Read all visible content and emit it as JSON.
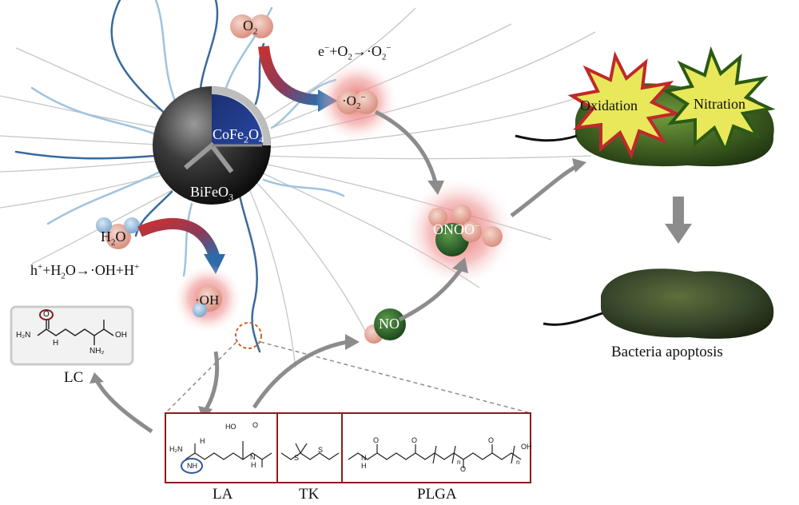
{
  "labels": {
    "core": [
      "CoFe",
      "2",
      "O",
      "4"
    ],
    "shell": [
      "BiFeO",
      "3"
    ],
    "o2": [
      "O",
      "2"
    ],
    "superoxide_rxn": [
      "e",
      "−",
      "+O",
      "2",
      "→·O",
      "2",
      "−"
    ],
    "superoxide": [
      "·O",
      "2",
      "−"
    ],
    "water": [
      "H",
      "2",
      "O"
    ],
    "hydroxyl_rxn": [
      "h",
      "+",
      "+H",
      "2",
      "O→·OH+H",
      "+"
    ],
    "hydroxyl": "·OH",
    "peroxynitrite": [
      "ONOO",
      "−"
    ],
    "nitric_oxide": "NO",
    "oxidation": "Oxidation",
    "nitration": "Nitration",
    "apoptosis": "Bacteria apoptosis",
    "lc": "LC",
    "segments": [
      "LA",
      "TK",
      "PLGA"
    ]
  },
  "chem": {
    "lc": {
      "h2n": "H₂N",
      "o": "O",
      "h": "H",
      "oh": "OH",
      "nh2": "NH₂"
    },
    "la": {
      "h2n": "H₂N",
      "nh": "NH",
      "h": "H",
      "ho": "HO",
      "o": "O",
      "n": "N",
      "h2": "H"
    },
    "tk": {
      "s": "S"
    },
    "plga": {
      "h": "H",
      "n": "N",
      "o": "O",
      "sub_n": "n",
      "sub_n2": "n",
      "oh": "OH"
    }
  },
  "colors": {
    "red_arrow": "#b02a2a",
    "blue_arrow": "#2f6ba8",
    "gray_arrow": "#8c8c8c",
    "frame_red": "#8b1c1c",
    "field_line": "#c3c3c3",
    "tentacle_dark": "#3a6a9c",
    "tentacle_light": "#9fc3df",
    "bacteria": "#3c5a1e",
    "star_yellow": "#e8e85a",
    "star_red_edge": "#c0282a",
    "star_green_edge": "#2c5a14",
    "glow": "#ec6c6c",
    "no_green": "#2e6a2e"
  }
}
